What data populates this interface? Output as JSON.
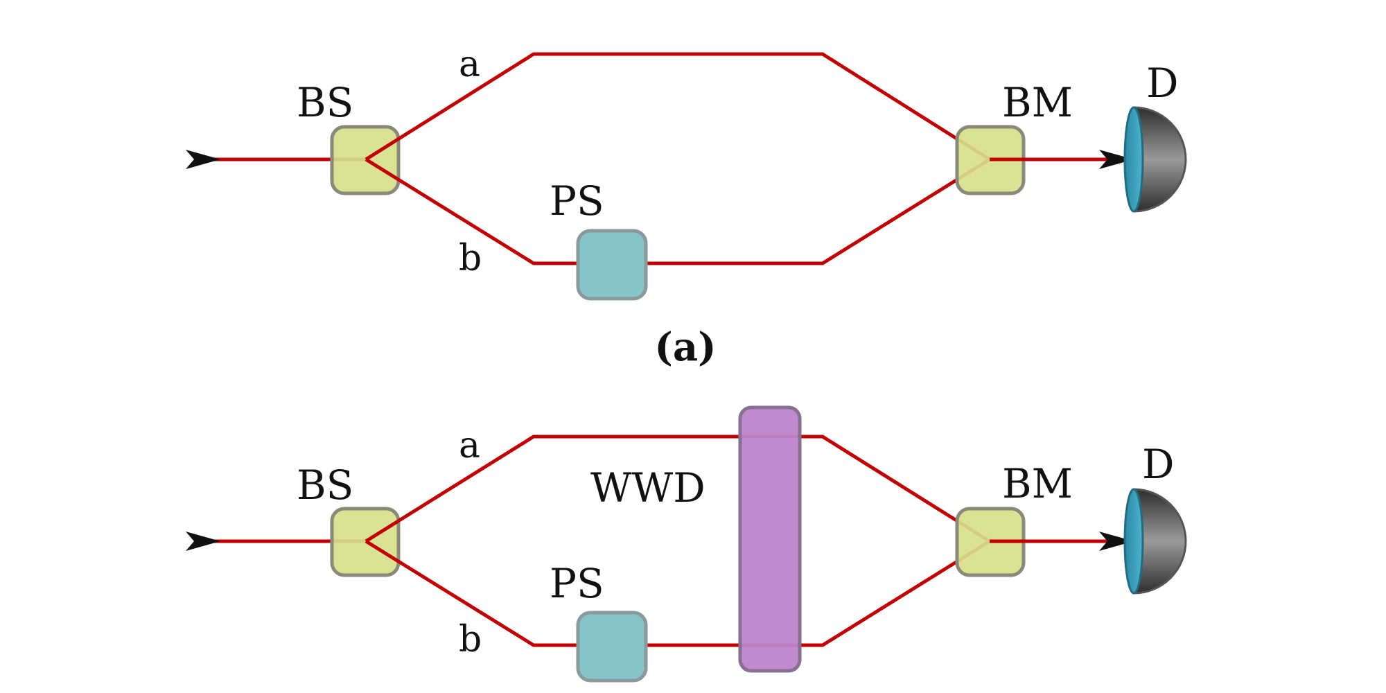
{
  "panels": {
    "top": {
      "caption": "(a)",
      "beam_splitter": "BS",
      "beam_merger": "BM",
      "phase_shifter": "PS",
      "detector": "D",
      "arm_upper": "a",
      "arm_lower": "b"
    },
    "bottom": {
      "caption": "",
      "beam_splitter": "BS",
      "beam_merger": "BM",
      "phase_shifter": "PS",
      "which_way_detector": "WWD",
      "detector": "D",
      "arm_upper": "a",
      "arm_lower": "b"
    }
  },
  "colors": {
    "beam": "#c00000",
    "splitter": "#d8e08a",
    "phase_shifter": "#86c4c8",
    "which_way_detector": "#be84cc",
    "detector_face": "#3a9db8",
    "detector_body": "#555555"
  }
}
